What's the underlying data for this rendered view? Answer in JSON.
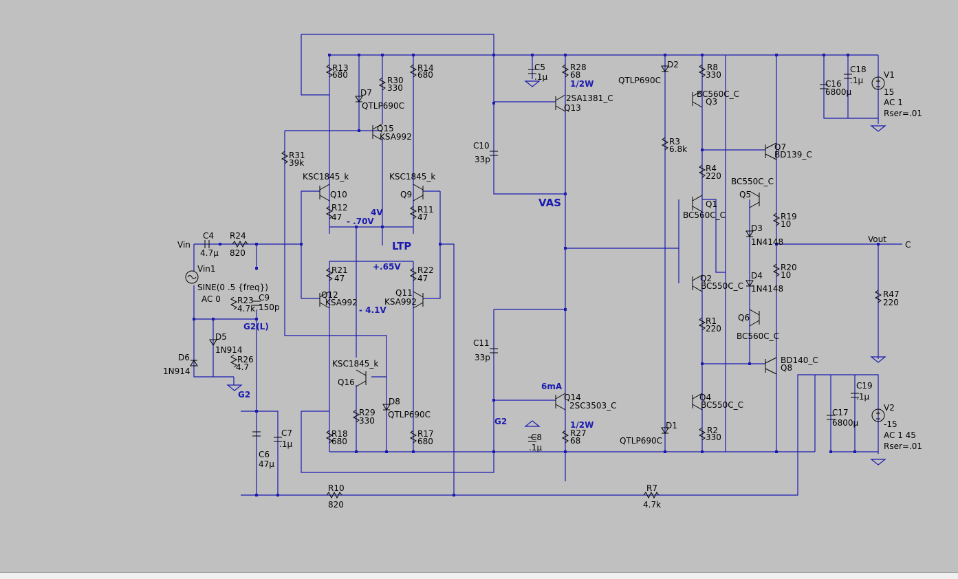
{
  "wire_color": "#1a1ab0",
  "component_color": "#000000",
  "background": "#c0c0c0",
  "labels": {
    "R13": [
      "R13",
      "680"
    ],
    "R14": [
      "R14",
      "680"
    ],
    "R30": [
      "R30",
      "330"
    ],
    "D7": [
      "D7",
      "QTLP690C"
    ],
    "Q15": [
      "Q15",
      "KSA992"
    ],
    "R31": [
      "R31",
      "39k"
    ],
    "Q10": [
      "KSC1845_k",
      "Q10"
    ],
    "Q9": [
      "KSC1845_k",
      "Q9"
    ],
    "R12": [
      "R12",
      "47"
    ],
    "R11": [
      "R11",
      "47"
    ],
    "C4": [
      "C4",
      "4.7µ"
    ],
    "R24": [
      "R24",
      "820"
    ],
    "Vin1": [
      "Vin1",
      "SINE(0 .5 {freq})",
      "AC 0"
    ],
    "R21": [
      "R21",
      "47"
    ],
    "R22": [
      "R22",
      "47"
    ],
    "Q12": [
      "Q12",
      "KSA992"
    ],
    "Q11": [
      "Q11",
      "KSA992"
    ],
    "R23": [
      "R23",
      "4.7k"
    ],
    "C9": [
      "C9",
      "150p"
    ],
    "D5": [
      "D5",
      "1N914"
    ],
    "D6": [
      "D6",
      "1N914"
    ],
    "R26": [
      "R26",
      "4.7"
    ],
    "Q16": [
      "KSC1845_k",
      "Q16"
    ],
    "R29": [
      "R29",
      "330"
    ],
    "D8": [
      "D8",
      "QTLP690C"
    ],
    "R18": [
      "R18",
      "680"
    ],
    "R17": [
      "R17",
      "680"
    ],
    "C7": [
      "C7",
      ".1µ"
    ],
    "C6": [
      "C6",
      "47µ"
    ],
    "R10": [
      "R10",
      "820"
    ],
    "C10": [
      "C10",
      "33p"
    ],
    "C11": [
      "C11",
      "33p"
    ],
    "C5": [
      "C5",
      ".1µ"
    ],
    "R28": [
      "R28",
      "68"
    ],
    "Q13": [
      "2SA1381_C",
      "Q13"
    ],
    "Q14": [
      "Q14",
      "2SC3503_C"
    ],
    "C8": [
      "C8",
      ".1µ"
    ],
    "R27": [
      "R27",
      "68"
    ],
    "D2": [
      "D2",
      "QTLP690C"
    ],
    "R8": [
      "R8",
      "330"
    ],
    "Q3": [
      "BC560C_C",
      "Q3"
    ],
    "R3": [
      "R3",
      "6.8k"
    ],
    "R4": [
      "R4",
      "220"
    ],
    "Q1": [
      "Q1",
      "BC560C_C"
    ],
    "Q2": [
      "Q2",
      "BC550C_C"
    ],
    "R1": [
      "R1",
      "220"
    ],
    "Q4": [
      "Q4",
      "BC550C_C"
    ],
    "D1": [
      "D1",
      "QTLP690C"
    ],
    "R2": [
      "R2",
      "330"
    ],
    "R7": [
      "R7",
      "4.7k"
    ],
    "Q7": [
      "Q7",
      "BD139_C"
    ],
    "Q5": [
      "BC550C_C",
      "Q5"
    ],
    "D3": [
      "D3",
      "1N4148"
    ],
    "R19": [
      "R19",
      "10"
    ],
    "R20": [
      "R20",
      "10"
    ],
    "D4": [
      "D4",
      "1N4148"
    ],
    "Q6": [
      "Q6",
      "BC560C_C"
    ],
    "Q8": [
      "BD140_C",
      "Q8"
    ],
    "C16": [
      "C16",
      "6800µ"
    ],
    "C18": [
      "C18",
      ".1µ"
    ],
    "V1": [
      "V1",
      "15",
      "AC 1",
      "Rser=.01"
    ],
    "C17": [
      "C17",
      "6800µ"
    ],
    "C19": [
      "C19",
      ".1µ"
    ],
    "V2": [
      "V2",
      "-15",
      "AC 1 45",
      "Rser=.01"
    ],
    "R47": [
      "R47",
      "220"
    ]
  },
  "nets": {
    "vin": "Vin",
    "vout": "Vout",
    "c": "C",
    "g2l": "G2(L)",
    "g2_left": "G2",
    "g2_mid": "G2"
  },
  "annotations": {
    "ltp": "LTP",
    "vas": "VAS",
    "v4": "4V",
    "vm070": "- .70V",
    "vp065": "+.65V",
    "vm41": "- 4.1V",
    "i6ma": "6mA",
    "half_w_top": "1/2W",
    "half_w_bot": "1/2W"
  }
}
